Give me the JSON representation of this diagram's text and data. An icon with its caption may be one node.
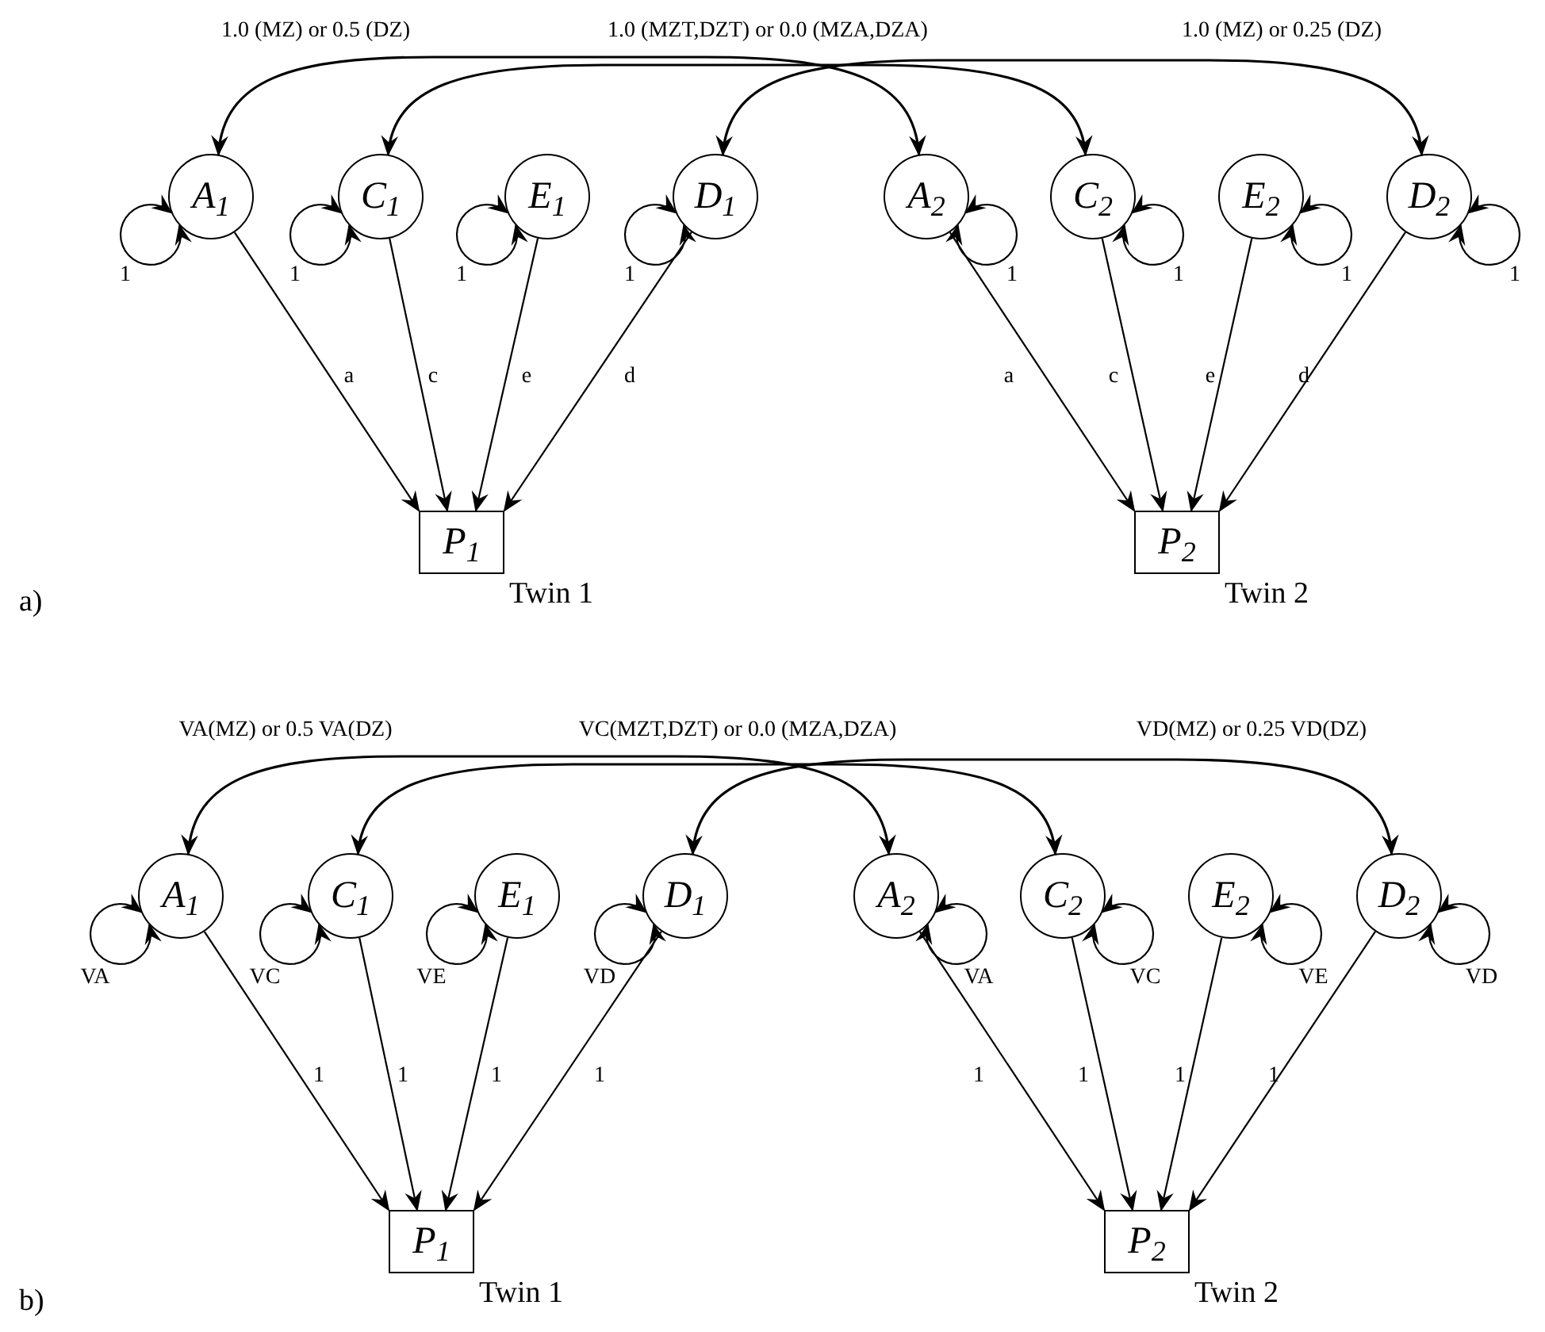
{
  "diagram": {
    "nodes": [
      {
        "text": [
          "A$_{1}$"
        ]
      },
      {
        "text": [
          "C$_{1}$"
        ]
      },
      {
        "text": [
          "E$_{1}$"
        ]
      },
      {
        "text": [
          "D$_{1}$"
        ]
      },
      {
        "text": [
          "A$_{2}$"
        ]
      },
      {
        "text": [
          "C$_{2}$"
        ]
      },
      {
        "text": [
          "E$_{2}$"
        ]
      },
      {
        "text": [
          "D$_{2}$"
        ]
      },
      {
        "text": [
          "P$_{1}$"
        ],
        "beside": [
          "Twin 1"
        ]
      },
      {
        "text": [
          "P$_{2}$"
        ],
        "beside": [
          "Twin 2"
        ]
      },
      {
        "text": [
          "A$_{1}$"
        ]
      },
      {
        "text": [
          "C$_{1}$"
        ]
      },
      {
        "text": [
          "E$_{1}$"
        ]
      },
      {
        "text": [
          "D$_{1}$"
        ]
      },
      {
        "text": [
          "A$_{2}$"
        ]
      },
      {
        "text": [
          "C$_{2}$"
        ]
      },
      {
        "text": [
          "E$_{2}$"
        ]
      },
      {
        "text": [
          "D$_{2}$"
        ]
      },
      {
        "text": [
          "P$_{1}$"
        ],
        "beside": [
          "Twin 1"
        ]
      },
      {
        "text": [
          "P$_{2}$"
        ],
        "beside": [
          "Twin 2"
        ]
      }
    ],
    "edges": [
      {
        "from": 0,
        "to": 4,
        "arrow": "both",
        "label": "1.0 (MZ) or 0.5 (DZ)"
      },
      {
        "from": 1,
        "to": 5,
        "arrow": "both",
        "label": "1.0 (MZT,DZT) or 0.0 (MZA,DZA)"
      },
      {
        "from": 3,
        "to": 7,
        "arrow": "both",
        "label": "1.0 (MZ) or 0.25 (DZ)"
      },
      {
        "from": 0,
        "to": 0,
        "arrow": "both",
        "label": "1"
      },
      {
        "from": 1,
        "to": 1,
        "arrow": "both",
        "label": "1"
      },
      {
        "from": 2,
        "to": 2,
        "arrow": "both",
        "label": "1"
      },
      {
        "from": 3,
        "to": 3,
        "arrow": "both",
        "label": "1"
      },
      {
        "from": 4,
        "to": 4,
        "arrow": "both",
        "label": "1"
      },
      {
        "from": 5,
        "to": 5,
        "arrow": "both",
        "label": "1"
      },
      {
        "from": 6,
        "to": 6,
        "arrow": "both",
        "label": "1"
      },
      {
        "from": 7,
        "to": 7,
        "arrow": "both",
        "label": "1"
      },
      {
        "from": 0,
        "to": 8,
        "arrow": "to",
        "label": "a"
      },
      {
        "from": 1,
        "to": 8,
        "arrow": "to",
        "label": "c"
      },
      {
        "from": 2,
        "to": 8,
        "arrow": "to",
        "label": "e"
      },
      {
        "from": 3,
        "to": 8,
        "arrow": "to",
        "label": "d"
      },
      {
        "from": 4,
        "to": 9,
        "arrow": "to",
        "label": "a"
      },
      {
        "from": 5,
        "to": 9,
        "arrow": "to",
        "label": "c"
      },
      {
        "from": 6,
        "to": 9,
        "arrow": "to",
        "label": "e"
      },
      {
        "from": 7,
        "to": 9,
        "arrow": "to",
        "label": "d"
      },
      {
        "from": 10,
        "to": 14,
        "arrow": "both",
        "label": "VA(MZ) or 0.5 VA(DZ)"
      },
      {
        "from": 11,
        "to": 15,
        "arrow": "both",
        "label": "VC(MZT,DZT) or 0.0 (MZA,DZA)"
      },
      {
        "from": 13,
        "to": 17,
        "arrow": "both",
        "label": "VD(MZ) or 0.25 VD(DZ)"
      },
      {
        "from": 10,
        "to": 10,
        "arrow": "both",
        "label": "VA"
      },
      {
        "from": 11,
        "to": 11,
        "arrow": "both",
        "label": "VC"
      },
      {
        "from": 12,
        "to": 12,
        "arrow": "both",
        "label": "VE"
      },
      {
        "from": 13,
        "to": 13,
        "arrow": "both",
        "label": "VD"
      },
      {
        "from": 14,
        "to": 14,
        "arrow": "both",
        "label": "VA"
      },
      {
        "from": 15,
        "to": 15,
        "arrow": "both",
        "label": "VC"
      },
      {
        "from": 16,
        "to": 16,
        "arrow": "both",
        "label": "VE"
      },
      {
        "from": 17,
        "to": 17,
        "arrow": "both",
        "label": "VD"
      },
      {
        "from": 10,
        "to": 18,
        "arrow": "to",
        "label": "1"
      },
      {
        "from": 11,
        "to": 18,
        "arrow": "to",
        "label": "1"
      },
      {
        "from": 12,
        "to": 18,
        "arrow": "to",
        "label": "1"
      },
      {
        "from": 13,
        "to": 18,
        "arrow": "to",
        "label": "1"
      },
      {
        "from": 14,
        "to": 19,
        "arrow": "to",
        "label": "1"
      },
      {
        "from": 15,
        "to": 19,
        "arrow": "to",
        "label": "1"
      },
      {
        "from": 16,
        "to": 19,
        "arrow": "to",
        "label": "1"
      },
      {
        "from": 17,
        "to": 19,
        "arrow": "to",
        "label": "1"
      }
    ],
    "labels": [
      "a)",
      "b)"
    ]
  }
}
